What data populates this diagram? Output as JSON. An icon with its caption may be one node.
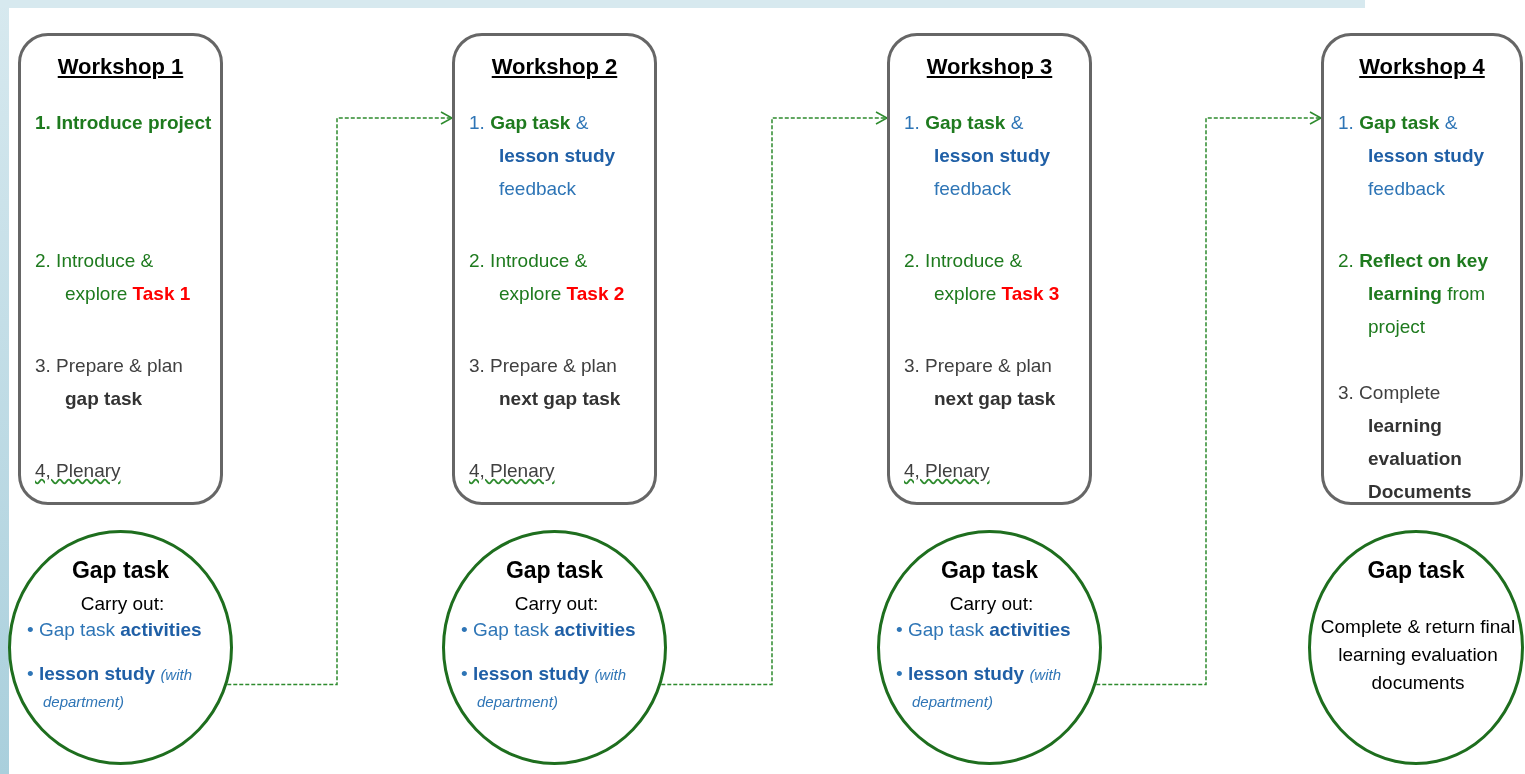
{
  "diagram": {
    "nodes": [
      {
        "text": [
          "Workshop 1",
          "1. **Introduce project**",
          "2. Introduce & explore **Task 1**",
          "3. Prepare & plan **gap task**",
          "4, Plenary"
        ]
      },
      {
        "text": [
          "Gap task",
          "Carry out:",
          "• Gap task **activities**",
          "• **lesson study** *(with department)*"
        ]
      },
      {
        "text": [
          "Workshop 2",
          "1. **Gap task** & **lesson study** feedback",
          "2. Introduce & explore **Task 2**",
          "3. Prepare & plan **next gap task**",
          "4, Plenary"
        ]
      },
      {
        "text": [
          "Gap task",
          "Carry out:",
          "• Gap task **activities**",
          "• **lesson study** *(with department)*"
        ]
      },
      {
        "text": [
          "Workshop 3",
          "1. **Gap task** & **lesson study** feedback",
          "2. Introduce & explore **Task 3**",
          "3. Prepare & plan **next gap task**",
          "4, Plenary"
        ]
      },
      {
        "text": [
          "Gap task",
          "Carry out:",
          "• Gap task **activities**",
          "• **lesson study** *(with department)*"
        ]
      },
      {
        "text": [
          "Workshop 4",
          "1. **Gap task** & **lesson study** feedback",
          "2. **Reflect on key learning** from project",
          "3. Complete **learning evaluation Documents**"
        ]
      },
      {
        "text": [
          "Gap task",
          "Complete & return final learning evaluation documents"
        ]
      }
    ],
    "edges": [
      {
        "from": 1,
        "to": 2,
        "arrow": "to",
        "style": "dashed"
      },
      {
        "from": 3,
        "to": 4,
        "arrow": "to",
        "style": "dashed"
      },
      {
        "from": 5,
        "to": 6,
        "arrow": "to",
        "style": "dashed"
      }
    ]
  }
}
